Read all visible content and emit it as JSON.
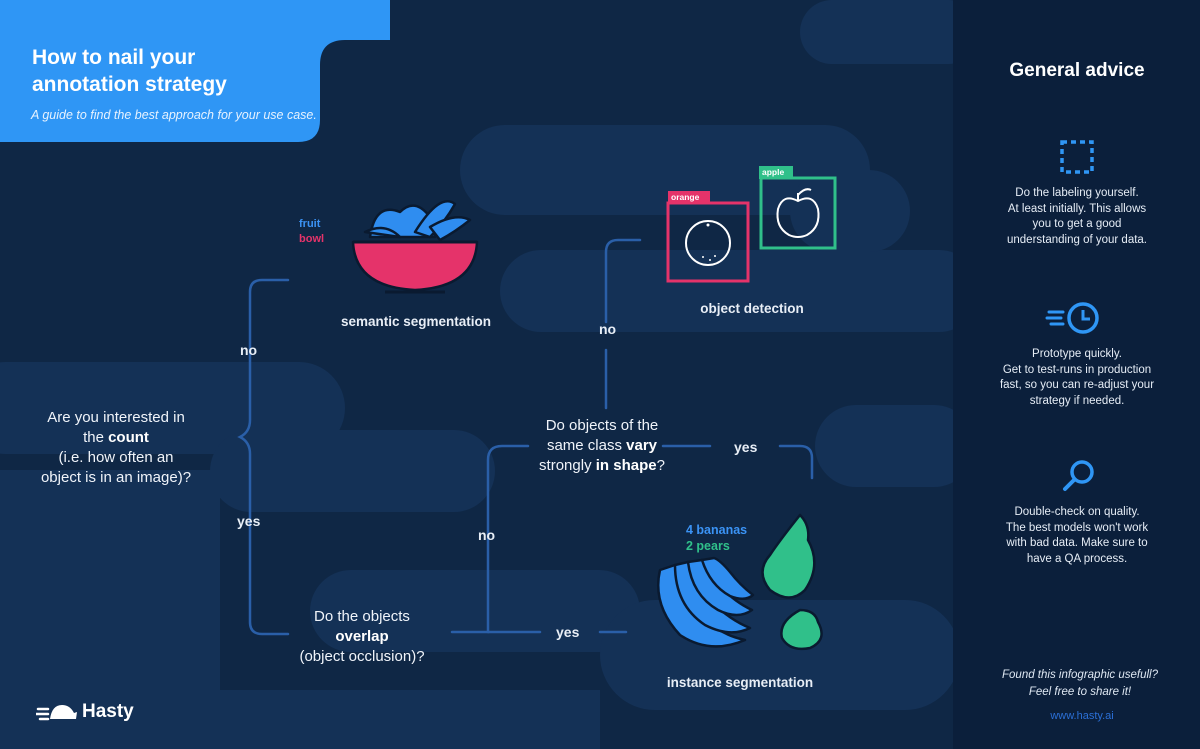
{
  "header": {
    "title": "How to nail your annotation strategy",
    "subtitle": "A guide to find the best approach for your use case."
  },
  "flow": {
    "q_count": {
      "line1": "Are you interested in",
      "line2_pre": "the ",
      "line2_bold": "count",
      "line3": "(i.e. how often an",
      "line4": "object is in an image)?"
    },
    "q_overlap": {
      "line1": "Do the objects",
      "line2_bold": "overlap",
      "line3": "(object occlusion)?"
    },
    "q_shape": {
      "line1": "Do objects of the",
      "line2_pre": "same class ",
      "line2_bold": "vary",
      "line3_pre": "strongly ",
      "line3_bold": "in shape",
      "line3_post": "?"
    },
    "branches": {
      "count_no": "no",
      "count_yes": "yes",
      "overlap_no": "no",
      "overlap_yes": "yes",
      "shape_no": "no",
      "shape_yes": "yes"
    },
    "outcomes": {
      "semantic": "semantic segmentation",
      "detection": "object detection",
      "instance": "instance segmentation"
    },
    "semantic_labels": {
      "fruit": "fruit",
      "bowl": "bowl"
    },
    "detection_labels": {
      "orange": "orange",
      "apple": "apple"
    },
    "instance_labels": {
      "bananas": "4 bananas",
      "pears": "2 pears"
    }
  },
  "sidebar": {
    "title": "General advice",
    "tips": [
      {
        "icon": "dashed-square-icon",
        "text": [
          "Do the labeling yourself.",
          "At least initially. This allows",
          "you to get a good",
          "understanding of your data."
        ]
      },
      {
        "icon": "fast-clock-icon",
        "text": [
          "Prototype quickly.",
          "Get to test-runs in production",
          "fast, so you can re-adjust your",
          "strategy if needed."
        ]
      },
      {
        "icon": "magnifier-icon",
        "text": [
          "Double-check on quality.",
          "The best models won't work",
          "with bad data. Make sure to",
          "have a QA process."
        ]
      }
    ],
    "footer": [
      "Found this infographic usefull?",
      "Feel free to share it!"
    ],
    "link": "www.hasty.ai"
  },
  "brand": {
    "name": "Hasty"
  },
  "colors": {
    "background": "#0f2745",
    "sidebar": "#0b1f3b",
    "accent_blue": "#2f96f5",
    "line_blue": "#2a5fa8",
    "pink": "#e5336a",
    "green": "#30c08a"
  }
}
